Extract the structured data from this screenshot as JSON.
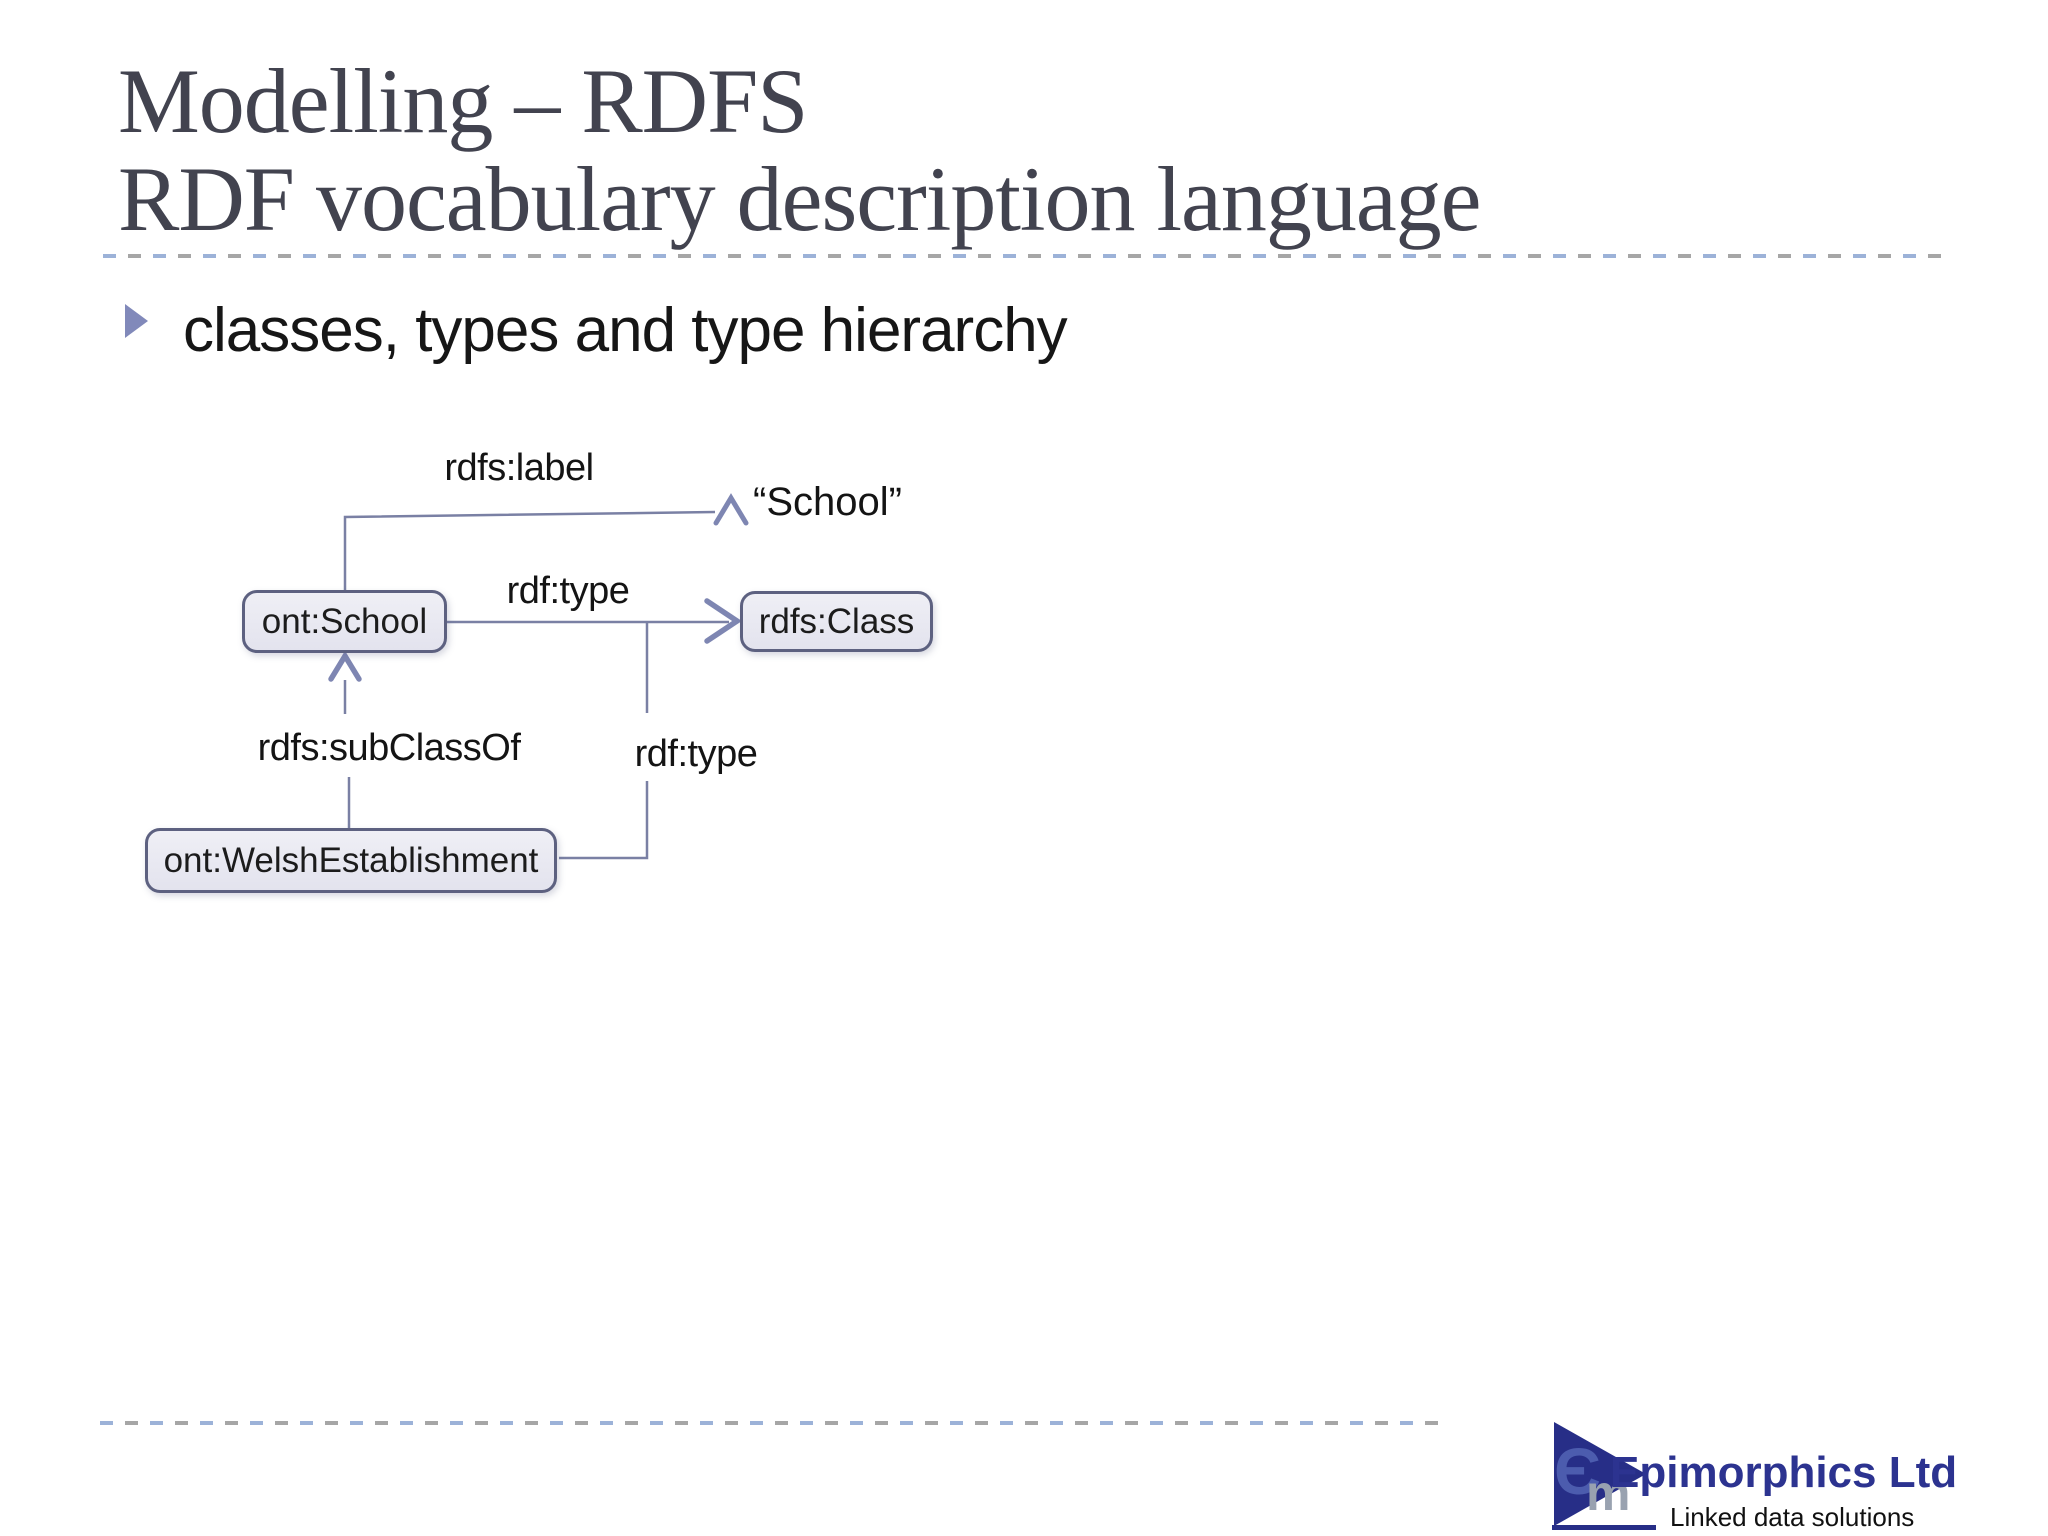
{
  "title": {
    "line1": "Modelling – RDFS",
    "line2": "RDF vocabulary description language",
    "color": "#42434f"
  },
  "bullet": {
    "marker": "triangle-right-icon",
    "text": "classes, types and type hierarchy"
  },
  "diagram": {
    "nodes": {
      "school": {
        "label": "ont:School"
      },
      "rdfsClass": {
        "label": "rdfs:Class"
      },
      "welsh": {
        "label": "ont:WelshEstablishment"
      },
      "literal": {
        "label": "“School”"
      }
    },
    "edges": {
      "rdfsLabel": {
        "label": "rdfs:label"
      },
      "rdfTypeTop": {
        "label": "rdf:type"
      },
      "subClassOf": {
        "label": "rdfs:subClassOf"
      },
      "rdfTypeBottom": {
        "label": "rdf:type"
      }
    },
    "line_color": "#7a80a4",
    "arrowhead_color": "#7e86b2",
    "node_fill": "#e7e7f0",
    "node_border": "#5d6180"
  },
  "footer": {
    "brand": "Epimorphics Ltd",
    "tagline": "Linked data solutions",
    "logo": {
      "e_glyph": "Є",
      "m_glyph": "m"
    },
    "brand_color": "#2c3390"
  },
  "accents": {
    "dash_blue": "#9cb2d8",
    "dash_gray": "#a6a6a6",
    "bullet_triangle": "#8189ba"
  }
}
